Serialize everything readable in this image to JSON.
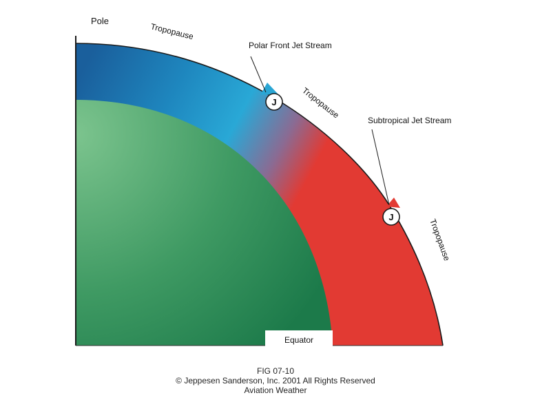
{
  "labels": {
    "pole": "Pole",
    "tropopause_1": "Tropopause",
    "tropopause_2": "Tropopause",
    "tropopause_3": "Tropopause",
    "polar_front_jet": "Polar Front Jet Stream",
    "subtropical_jet": "Subtropical Jet Stream",
    "jet_marker_polar": "J",
    "jet_marker_subtropical": "J",
    "equator": "Equator"
  },
  "caption": {
    "figure": "FIG 07-10",
    "copyright": "© Jeppesen Sanderson, Inc. 2001 All Rights Reserved",
    "subject": "Aviation Weather"
  },
  "colors": {
    "earth_light": "#7cc48e",
    "earth_dark": "#1c7a4a",
    "polar_air_dark": "#1a5f9c",
    "polar_air_light": "#29a8d6",
    "tropical_air": "#e23a33",
    "outline": "#1a1a1a"
  }
}
